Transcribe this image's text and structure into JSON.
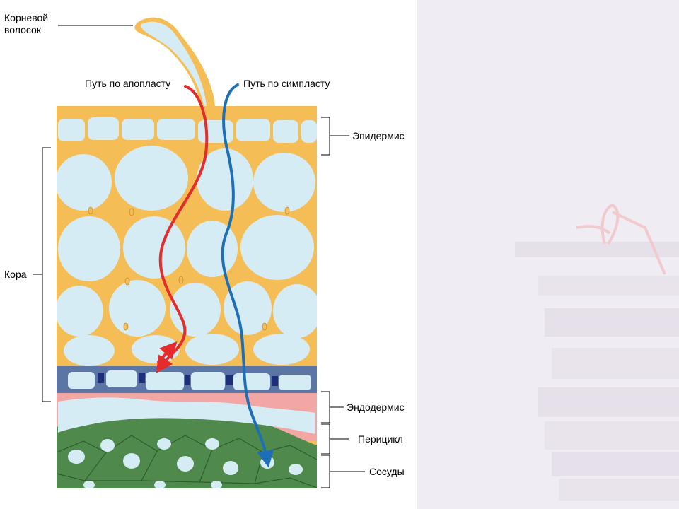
{
  "labels": {
    "root_hair": [
      "Корневой",
      "волосок"
    ],
    "apoplast_path": "Путь по апопласту",
    "symplast_path": "Путь по симпласту",
    "epidermis": "Эпидермис",
    "cortex": "Кора",
    "endodermis": "Эндодермис",
    "pericycle": "Перицикл",
    "vessels": "Сосуды"
  },
  "colors": {
    "cell_wall": "#f4bd55",
    "cytoplasm": "#d6ecf5",
    "endodermis": "#5b76a4",
    "casparian_strip": "#1d2f78",
    "pericycle": "#f2a7a4",
    "vessel_tissue": "#4f8a4c",
    "apoplast_arrow": "#e52b2b",
    "symplast_arrow": "#1e6fb8",
    "right_panel_bg": "#f0ecf3",
    "book_stack": "#e7e2ea"
  }
}
